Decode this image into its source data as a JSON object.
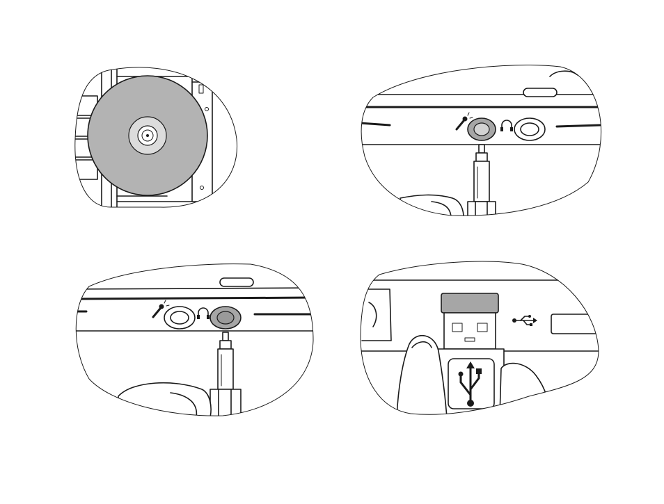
{
  "figure": {
    "panels": [
      {
        "id": "cd-insert",
        "icon": "disc-icon"
      },
      {
        "id": "mic-jack",
        "icon": "microphone-icon",
        "active_port": "microphone"
      },
      {
        "id": "headphone-jack",
        "icon": "headphone-icon",
        "active_port": "headphone"
      },
      {
        "id": "usb-plug",
        "icon": "usb-icon"
      }
    ],
    "colors": {
      "line": "#1a1a1a",
      "active_port": "#a6a6a6",
      "disc": "#b3b3b3",
      "usb_connector": "#a6a6a6",
      "background": "#ffffff"
    }
  }
}
